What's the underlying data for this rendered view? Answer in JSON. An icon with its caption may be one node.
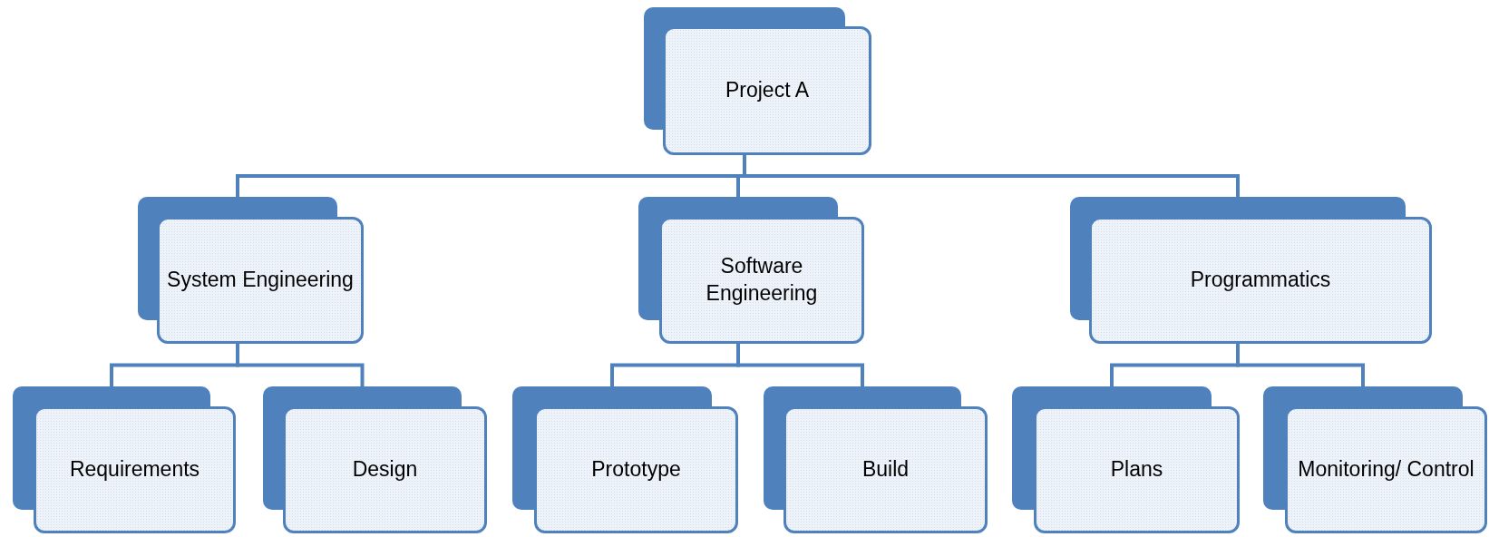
{
  "diagram": {
    "nodes": [
      {
        "text": [
          "Project A"
        ]
      },
      {
        "text": [
          "System Engineering"
        ]
      },
      {
        "text": [
          "Software Engineering"
        ]
      },
      {
        "text": [
          "Programmatics"
        ]
      },
      {
        "text": [
          "Requirements"
        ]
      },
      {
        "text": [
          "Design"
        ]
      },
      {
        "text": [
          "Prototype"
        ]
      },
      {
        "text": [
          "Build"
        ]
      },
      {
        "text": [
          "Plans"
        ]
      },
      {
        "text": [
          "Monitoring/ Control"
        ]
      }
    ],
    "edges": [
      {
        "from": 0,
        "to": 1,
        "arrow": "none"
      },
      {
        "from": 0,
        "to": 2,
        "arrow": "none"
      },
      {
        "from": 0,
        "to": 3,
        "arrow": "none"
      },
      {
        "from": 1,
        "to": 4,
        "arrow": "none"
      },
      {
        "from": 1,
        "to": 5,
        "arrow": "none"
      },
      {
        "from": 2,
        "to": 6,
        "arrow": "none"
      },
      {
        "from": 2,
        "to": 7,
        "arrow": "none"
      },
      {
        "from": 3,
        "to": 8,
        "arrow": "none"
      },
      {
        "from": 3,
        "to": 9,
        "arrow": "none"
      }
    ]
  }
}
